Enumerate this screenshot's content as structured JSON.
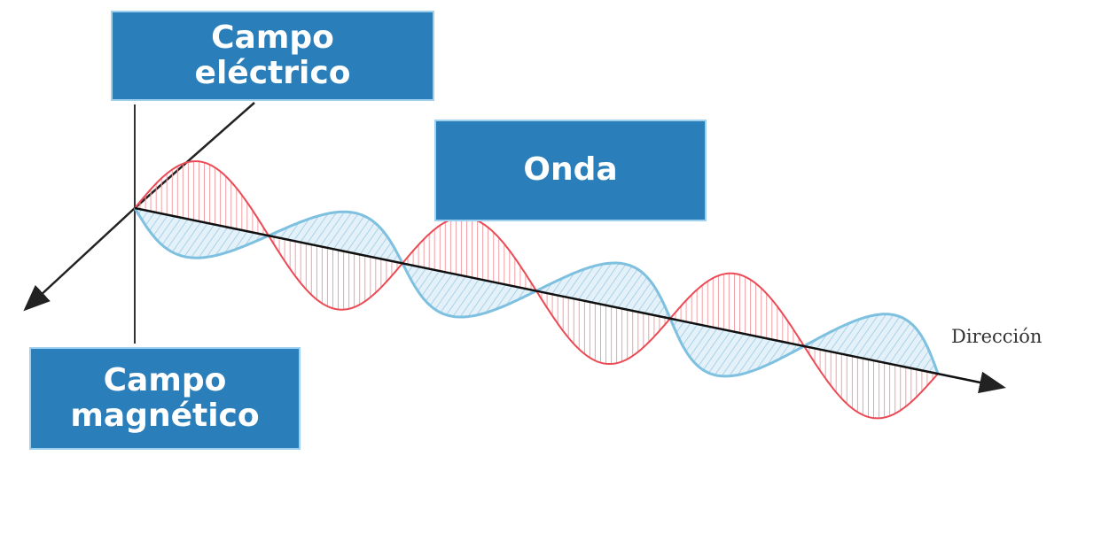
{
  "labels": {
    "electric_field": [
      "Campo",
      "eléctrico"
    ],
    "wave": "Onda",
    "magnetic_field": [
      "Campo",
      "magnético"
    ],
    "direction": "Dirección"
  },
  "colors": {
    "label_fill": "#2a7fbb",
    "label_border": "#9fd0f0",
    "electric_wave": "#ec4a55",
    "magnetic_wave": "#7ec0df",
    "magnetic_fill": "#d8ecf6",
    "axis": "#222222"
  },
  "wave": {
    "cycles": 3,
    "electric_plane": "vertical",
    "magnetic_plane": "horizontal"
  }
}
